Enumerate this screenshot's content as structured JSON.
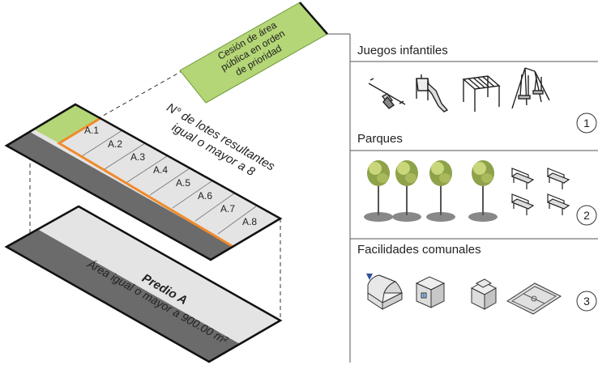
{
  "cession_label": [
    "Cesión de área",
    "pública en orden",
    "de prioridad"
  ],
  "lots_caption": [
    "N° de lotes resultantes",
    "igual o mayor a 8"
  ],
  "lots": [
    "A.1",
    "A.2",
    "A.3",
    "A.4",
    "A.5",
    "A.6",
    "A.7",
    "A.8"
  ],
  "predio": {
    "title": "Predio A",
    "subtitle": "Área igual o mayor a 900.00 m²"
  },
  "sections": [
    {
      "title": "Juegos infantiles",
      "number": "1",
      "icons": [
        "seesaw-icon",
        "slide-icon",
        "monkey-bars-icon",
        "swing-icon"
      ]
    },
    {
      "title": "Parques",
      "number": "2",
      "icons": [
        "tree-icon",
        "tree-icon",
        "tree-icon",
        "tree-icon",
        "bench-icon",
        "bench-icon",
        "bench-icon",
        "bench-icon"
      ]
    },
    {
      "title": "Facilidades comunales",
      "number": "3",
      "icons": [
        "warehouse-icon",
        "clinic-icon",
        "community-house-icon",
        "sports-court-icon"
      ]
    }
  ],
  "colors": {
    "green": "#b4d676",
    "green_border": "#6d9a38",
    "road": "#6b6b6b",
    "lot_fill": "#e3e3e3",
    "orange": "#f08a2c"
  }
}
